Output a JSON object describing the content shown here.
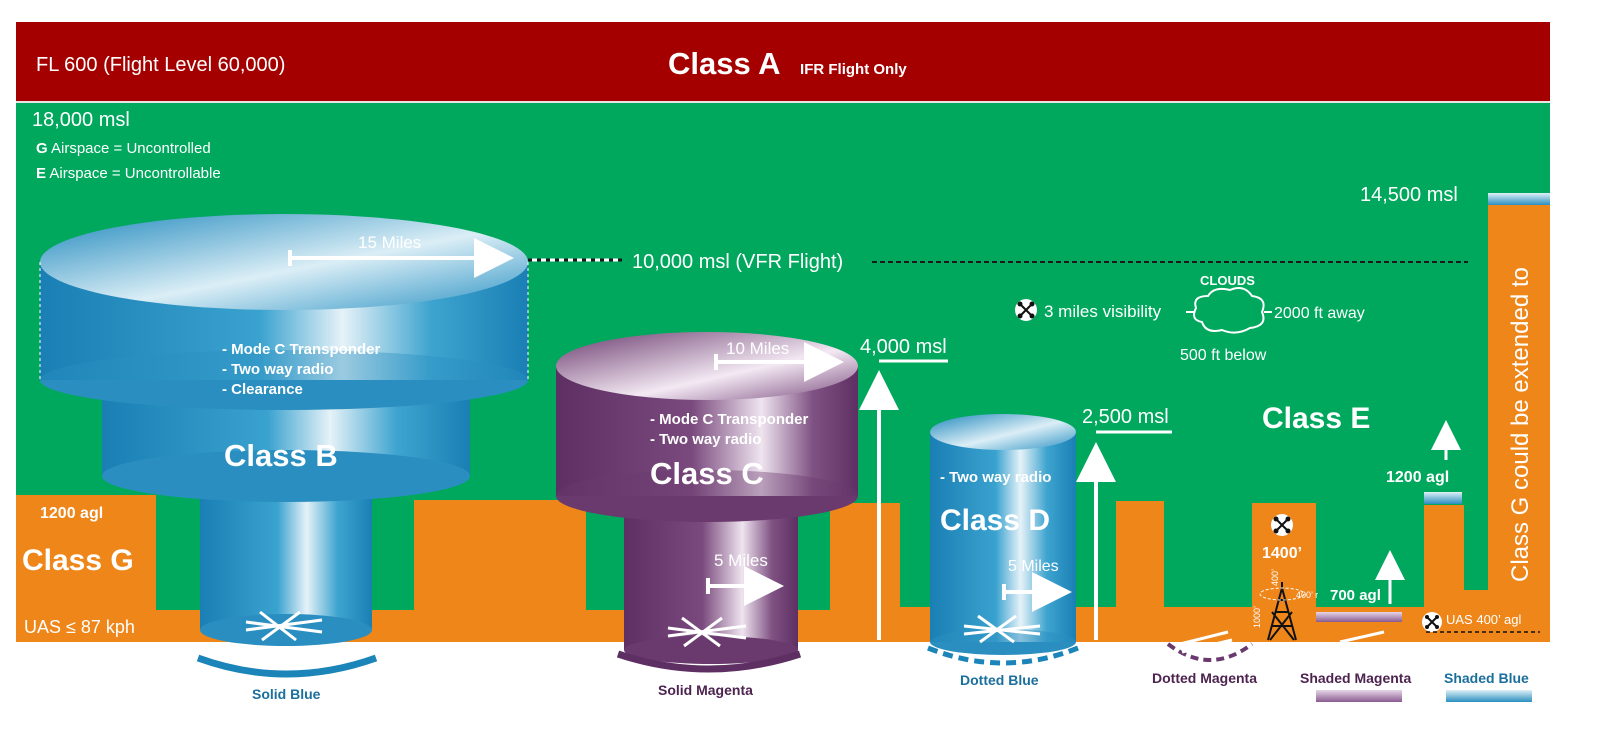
{
  "class_a": {
    "flight_level": "FL 600 (Flight Level 60,000)",
    "title": "Class A",
    "subtitle": "IFR Flight Only"
  },
  "top_left": {
    "altitude": "18,000 msl",
    "g_letter": "G",
    "g_rest": " Airspace = Uncontrolled",
    "e_letter": "E",
    "e_rest": " Airspace = Uncontrollable"
  },
  "vfr_line": "10,000 msl (VFR Flight)",
  "altitude_14500": "14,500 msl",
  "class_b": {
    "title": "Class B",
    "radius_label": "15 Miles",
    "requirements": [
      "- Mode C Transponder",
      "- Two way radio",
      "- Clearance"
    ],
    "chart_symbol": "Solid Blue"
  },
  "class_c": {
    "title": "Class C",
    "outer_radius": "10 Miles",
    "inner_radius": "5 Miles",
    "requirements": [
      "- Mode C Transponder",
      "- Two way radio"
    ],
    "ceiling": "4,000 msl",
    "chart_symbol": "Solid Magenta"
  },
  "class_d": {
    "title": "Class D",
    "radius": "5 Miles",
    "requirements": [
      "- Two way radio"
    ],
    "ceiling": "2,500 msl",
    "chart_symbol": "Dotted Blue"
  },
  "class_e": {
    "title": "Class E",
    "clouds_label": "CLOUDS",
    "visibility": "3 miles visibility",
    "away": "2000 ft away",
    "below": "500 ft below",
    "tower_height": "1400’",
    "tower_400_top": "400’",
    "tower_400_side": "400’ r",
    "tower_1000": "1000’",
    "agl_700": "700 agl",
    "agl_1200": "1200 agl",
    "uas_agl": "UAS 400’ agl",
    "symbols": [
      "Dotted Magenta",
      "Shaded Magenta",
      "Shaded Blue"
    ]
  },
  "class_g": {
    "title": "Class G",
    "agl": "1200 agl",
    "uas_speed": "UAS ≤ 87 kph",
    "extension_note": "Class G could be extended to"
  },
  "colors": {
    "class_a": "#a50000",
    "green": "#00a85e",
    "orange": "#ee861a",
    "blue": "#1b84b8",
    "magenta": "#6a3a6e",
    "white": "#ffffff"
  }
}
